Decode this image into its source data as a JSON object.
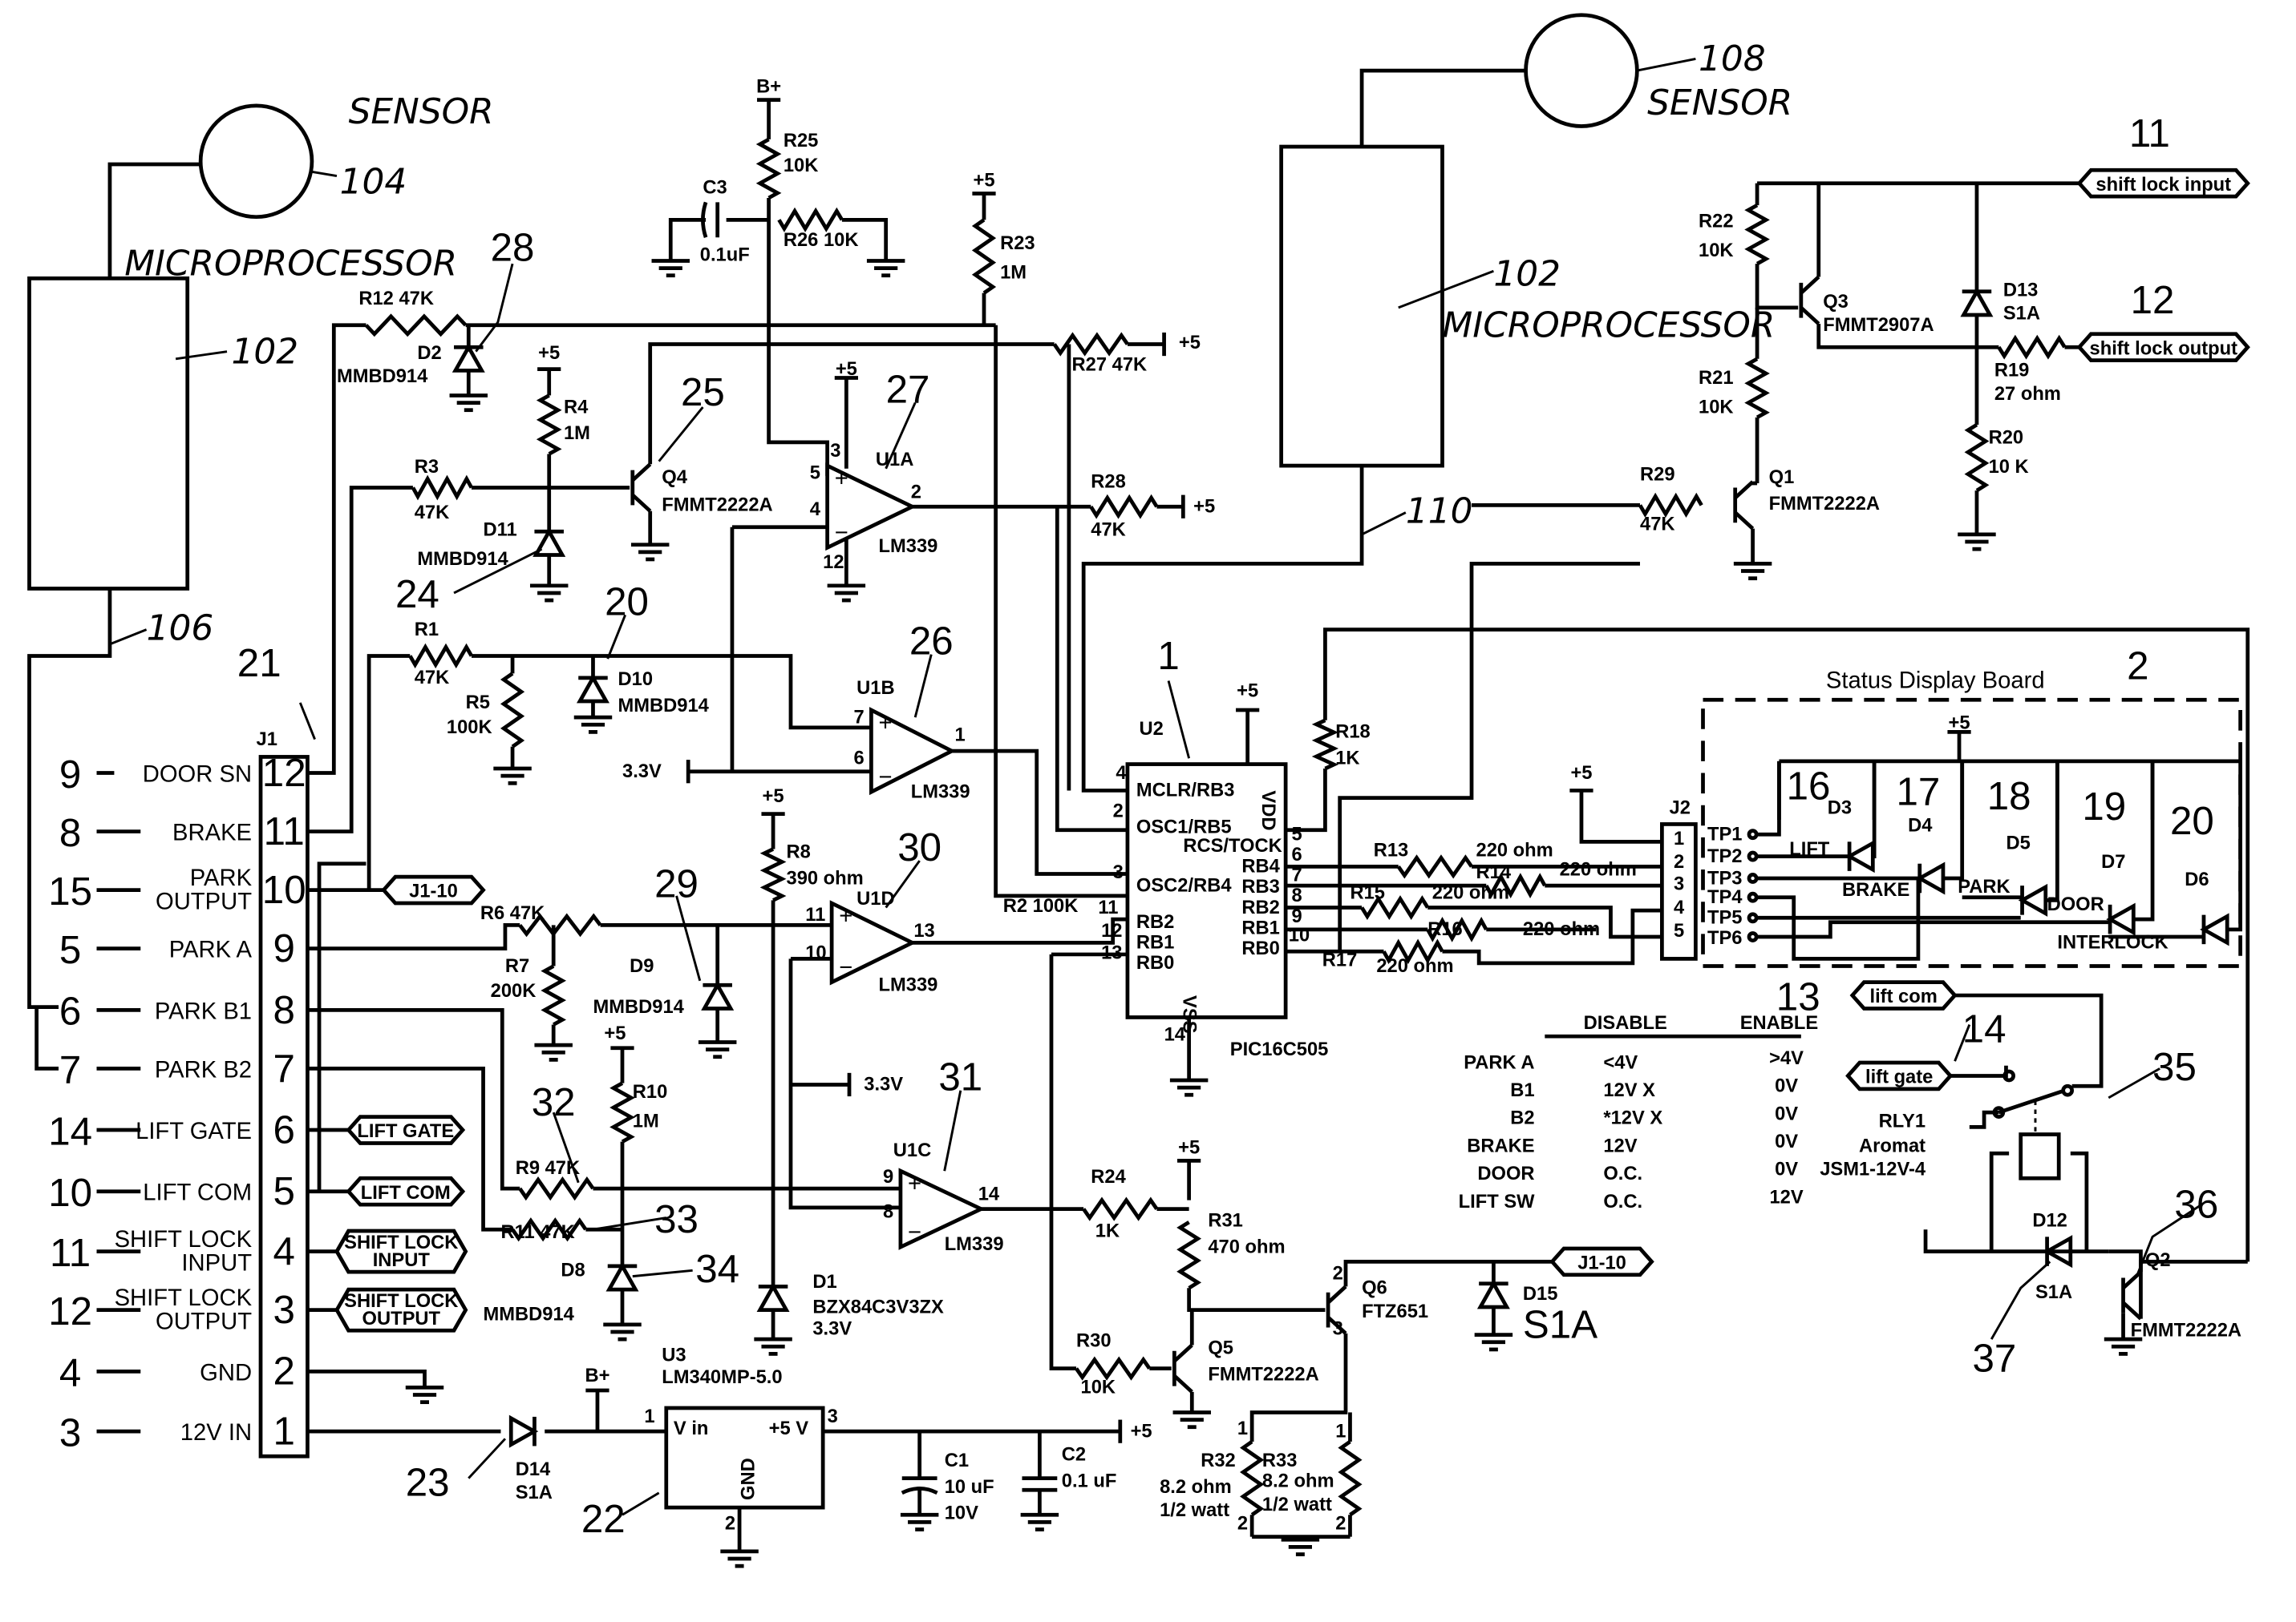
{
  "diagram": {
    "sensor_left_word": "SENSOR",
    "sensor_left_ref": "104",
    "micro_left_word": "MICROPROCESSOR",
    "micro_left_ref": "102",
    "ref_106": "106",
    "ref_21": "21",
    "sensor_right_ref": "108",
    "sensor_right_word": "SENSOR",
    "micro_right_ref": "102",
    "micro_right_word": "MICROPROCESSOR",
    "ref_110": "110",
    "j1": "J1",
    "j1_pins": [
      "12",
      "11",
      "10",
      "9",
      "8",
      "7",
      "6",
      "5",
      "4",
      "3",
      "2",
      "1"
    ],
    "j1_signals": [
      {
        "num": "9",
        "name": "DOOR SN"
      },
      {
        "num": "8",
        "name": "BRAKE"
      },
      {
        "num": "15",
        "name": "PARK",
        "name2": "OUTPUT"
      },
      {
        "num": "5",
        "name": "PARK A"
      },
      {
        "num": "6",
        "name": "PARK B1"
      },
      {
        "num": "7",
        "name": "PARK B2"
      },
      {
        "num": "14",
        "name": "LIFT GATE"
      },
      {
        "num": "10",
        "name": "LIFT COM"
      },
      {
        "num": "11",
        "name": "SHIFT LOCK",
        "name2": "INPUT"
      },
      {
        "num": "12",
        "name": "SHIFT LOCK",
        "name2": "OUTPUT"
      },
      {
        "num": "4",
        "name": "GND"
      },
      {
        "num": "3",
        "name": "12V IN"
      }
    ],
    "tags": {
      "j1_10": "J1-10",
      "lift_gate": "LIFT GATE",
      "lift_com": "LIFT COM",
      "sl_input_1": "SHIFT LOCK",
      "sl_input_2": "INPUT",
      "sl_output_1": "SHIFT LOCK",
      "sl_output_2": "OUTPUT",
      "j1_10_right": "J1-10",
      "shift_lock_input": "shift lock input",
      "shift_lock_output": "shift lock output",
      "lift_com_lc": "lift com",
      "lift_gate_lc": "lift gate"
    },
    "labels": {
      "bplus_top": "B+",
      "r25": "R25",
      "r25v": "10K",
      "c3": "C3",
      "c3v": "0.1uF",
      "r26": "R26 10K",
      "p5_r23": "+5",
      "r23": "R23",
      "r23v": "1M",
      "r12": "R12 47K",
      "ref28": "28",
      "d2": "D2",
      "d2v": "MMBD914",
      "p5_r4": "+5",
      "r4": "R4",
      "r4v": "1M",
      "ref25": "25",
      "q4": "Q4",
      "q4v": "FMMT2222A",
      "r3": "R3",
      "r3v": "47K",
      "d11": "D11",
      "d11v": "MMBD914",
      "ref24": "24",
      "ref20": "20",
      "r1": "R1",
      "r1v": "47K",
      "r5": "R5",
      "r5v": "100K",
      "d10": "D10",
      "d10v": "MMBD914",
      "r27": "R27 47K",
      "p5_r27": "+5",
      "ref27": "27",
      "u1a": "U1A",
      "p5_u1a": "+5",
      "u1a_p3": "3",
      "u1a_p5": "5",
      "u1a_p4": "4",
      "u1a_p2": "2",
      "u1a_p12": "12",
      "lm339_a": "LM339",
      "r28": "R28",
      "r28v": "47K",
      "p5_r28": "+5",
      "u1b": "U1B",
      "ref26": "26",
      "u1b_p7": "7",
      "u1b_p6": "6",
      "u1b_p1": "1",
      "lm339_b": "LM339",
      "v33_b": "3.3V",
      "p5_r8": "+5",
      "r8": "R8",
      "r8v": "390 ohm",
      "ref30": "30",
      "u1d": "U1D",
      "u1d_p11": "11",
      "u1d_p10": "10",
      "u1d_p13": "13",
      "lm339_d": "LM339",
      "r6": "R6 47K",
      "r7": "R7",
      "r7v": "200K",
      "ref29": "29",
      "d9": "D9",
      "d9v": "MMBD914",
      "r2": "R2 100K",
      "p5_r10": "+5",
      "r10": "R10",
      "r10v": "1M",
      "v33_c": "3.3V",
      "ref31": "31",
      "u1c": "U1C",
      "u1c_p9": "9",
      "u1c_p8": "8",
      "u1c_p14": "14",
      "lm339_c": "LM339",
      "ref32": "32",
      "r9": "R9 47K",
      "ref33": "33",
      "r11": "R11 47K",
      "ref34": "34",
      "d8": "D8",
      "d8v": "MMBD914",
      "d1": "D1",
      "d1v": "BZX84C3V3ZX",
      "d1v2": "3.3V",
      "r24": "R24",
      "r24v": "1K",
      "p5_r31": "+5",
      "r31": "R31",
      "r31v": "470 ohm",
      "u3": "U3",
      "u3v": "LM340MP-5.0",
      "u3_vin": "V in",
      "u3_vout": "+5 V",
      "u3_gnd": "GND",
      "u3_p1": "1",
      "u3_p3": "3",
      "u3_p2": "2",
      "bplus_u3": "B+",
      "d14": "D14",
      "d14v": "S1A",
      "ref23": "23",
      "ref22": "22",
      "c1": "C1",
      "c1v": "10 uF",
      "c1v2": "10V",
      "c2": "C2",
      "c2v": "0.1 uF",
      "p5_out": "+5",
      "q6": "Q6",
      "q6v": "FTZ651",
      "q6_p2": "2",
      "q6_p3": "3",
      "d15": "D15",
      "d15v": "S1A",
      "q5": "Q5",
      "q5v": "FMMT2222A",
      "r30": "R30",
      "r30v": "10K",
      "r32": "R32",
      "r32v": "8.2 ohm",
      "r32v2": "1/2 watt",
      "r33": "R33",
      "r33v": "8.2 ohm",
      "r33v2": "1/2 watt",
      "r32_p1": "1",
      "r32_p2": "2",
      "r33_p1": "1",
      "r33_p2": "2",
      "u2": "U2",
      "ref1": "1",
      "p5_u2": "+5",
      "u2v": "PIC16C505",
      "u2_mclr": "MCLR/RB3",
      "u2_osc1": "OSC1/RB5",
      "u2_rcs": "RCS/TOCK",
      "u2_osc2": "OSC2/RB4",
      "u2_rb2l": "RB2",
      "u2_rb1l": "RB1",
      "u2_rb0l": "RB0",
      "u2_rb4": "RB4",
      "u2_rb3": "RB3",
      "u2_rb2": "RB2",
      "u2_rb1": "RB1",
      "u2_rb0": "RB0",
      "u2_vdd": "VDD",
      "u2_vss": "VSS",
      "u2_p4": "4",
      "u2_p2": "2",
      "u2_p3": "3",
      "u2_p11": "11",
      "u2_p12": "12",
      "u2_p13": "13",
      "u2_p5": "5",
      "u2_p6": "6",
      "u2_p7": "7",
      "u2_p8": "8",
      "u2_p9": "9",
      "u2_p10": "10",
      "u2_p14": "14",
      "r18": "R18",
      "r18v": "1K",
      "r13": "R13",
      "r13v": "220 ohm",
      "r14": "R14",
      "r14v": "220 ohm",
      "r15": "R15",
      "r15v": "220 ohm",
      "r16": "R16",
      "r16v": "220 ohm",
      "r17": "R17",
      "r17v": "220 ohm",
      "p5_j2": "+5",
      "j2": "J2",
      "j2_1": "1",
      "j2_2": "2",
      "j2_3": "3",
      "j2_4": "4",
      "j2_5": "5",
      "status_board": "Status Display Board",
      "ref2": "2",
      "p5_board": "+5",
      "tp1": "TP1",
      "tp2": "TP2",
      "tp3": "TP3",
      "tp4": "TP4",
      "tp5": "TP5",
      "tp6": "TP6",
      "ref16": "16",
      "ref17": "17",
      "ref18": "18",
      "ref19": "19",
      "ref20b": "20",
      "d3": "D3",
      "d4": "D4",
      "d5": "D5",
      "d7": "D7",
      "d6": "D6",
      "led_lift": "LIFT",
      "led_brake": "BRAKE",
      "led_park": "PARK",
      "led_door": "DOOR",
      "led_interlock": "INTERLOCK",
      "ref11": "11",
      "ref12": "12",
      "r22": "R22",
      "r22v": "10K",
      "q3": "Q3",
      "q3v": "FMMT2907A",
      "d13": "D13",
      "d13v": "S1A",
      "r19": "R19",
      "r19v": "27 ohm",
      "r21": "R21",
      "r21v": "10K",
      "r20": "R20",
      "r20v": "10 K",
      "r29": "R29",
      "r29v": "47K",
      "q1": "Q1",
      "q1v": "FMMT2222A",
      "ref13": "13",
      "ref14": "14",
      "ref35": "35",
      "rly1": "RLY1",
      "rly1v": "Aromat",
      "rly1v2": "JSM1-12V-4",
      "ref36": "36",
      "d12": "D12",
      "d12v": "S1A",
      "q2": "Q2",
      "q2v": "FMMT2222A",
      "ref37": "37"
    },
    "logic_table": {
      "headers": [
        "DISABLE",
        "ENABLE"
      ],
      "rows": [
        {
          "signal": "PARK A",
          "disable": "<4V",
          "enable": ">4V"
        },
        {
          "signal": "B1",
          "disable": "12V X",
          "enable": "0V"
        },
        {
          "signal": "B2",
          "disable": "*12V X",
          "enable": "0V"
        },
        {
          "signal": "BRAKE",
          "disable": "12V",
          "enable": "0V"
        },
        {
          "signal": "DOOR",
          "disable": "O.C.",
          "enable": "0V"
        },
        {
          "signal": "LIFT SW",
          "disable": "O.C.",
          "enable": "12V"
        }
      ]
    }
  }
}
